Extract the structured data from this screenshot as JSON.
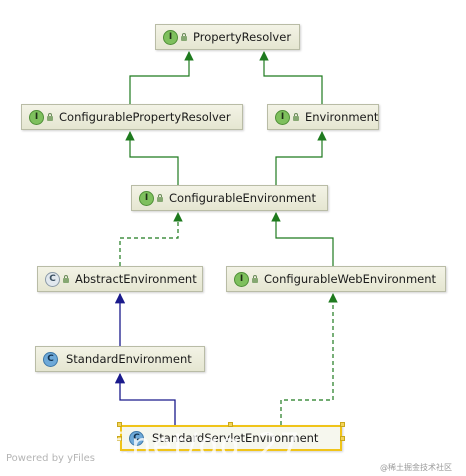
{
  "diagram": {
    "nodes": [
      {
        "id": "PropertyResolver",
        "label": "PropertyResolver",
        "kind": "interface"
      },
      {
        "id": "ConfigurablePropertyResolver",
        "label": "ConfigurablePropertyResolver",
        "kind": "interface"
      },
      {
        "id": "Environment",
        "label": "Environment",
        "kind": "interface"
      },
      {
        "id": "ConfigurableEnvironment",
        "label": "ConfigurableEnvironment",
        "kind": "interface"
      },
      {
        "id": "AbstractEnvironment",
        "label": "AbstractEnvironment",
        "kind": "abstract-class"
      },
      {
        "id": "ConfigurableWebEnvironment",
        "label": "ConfigurableWebEnvironment",
        "kind": "interface"
      },
      {
        "id": "StandardEnvironment",
        "label": "StandardEnvironment",
        "kind": "class"
      },
      {
        "id": "StandardServletEnvironment",
        "label": "StandardServletEnvironment",
        "kind": "class",
        "selected": true
      }
    ],
    "edges": [
      {
        "from": "ConfigurablePropertyResolver",
        "to": "PropertyResolver",
        "type": "extends-interface"
      },
      {
        "from": "Environment",
        "to": "PropertyResolver",
        "type": "extends-interface"
      },
      {
        "from": "ConfigurableEnvironment",
        "to": "ConfigurablePropertyResolver",
        "type": "extends-interface"
      },
      {
        "from": "ConfigurableEnvironment",
        "to": "Environment",
        "type": "extends-interface"
      },
      {
        "from": "AbstractEnvironment",
        "to": "ConfigurableEnvironment",
        "type": "implements"
      },
      {
        "from": "ConfigurableWebEnvironment",
        "to": "ConfigurableEnvironment",
        "type": "extends-interface"
      },
      {
        "from": "StandardEnvironment",
        "to": "AbstractEnvironment",
        "type": "extends-class"
      },
      {
        "from": "StandardServletEnvironment",
        "to": "StandardEnvironment",
        "type": "extends-class"
      },
      {
        "from": "StandardServletEnvironment",
        "to": "ConfigurableWebEnvironment",
        "type": "implements"
      }
    ],
    "colors": {
      "interface_edge": "#1e7a1e",
      "class_edge": "#1a1a8c",
      "selection": "#f0c419"
    }
  },
  "footer": {
    "left_text": "Powered by yFiles",
    "right_text": "@稀土掘金技术社区"
  },
  "watermark": "f.net/qq_27"
}
